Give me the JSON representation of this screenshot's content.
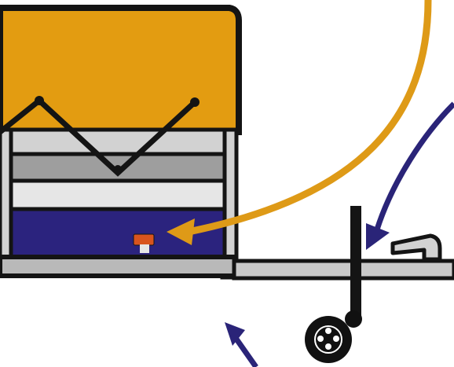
{
  "diagram": {
    "subject": "trailer-with-jockey-wheel",
    "colors": {
      "canopy": "#E39C11",
      "outline": "#141414",
      "navy_panel": "#2B237E",
      "navy_arrow": "#2A2478",
      "orange_arrow": "#DE9A17",
      "handle_red": "#D8541E",
      "body_light": "#D2D2D2",
      "body_mid": "#9E9E9E",
      "body_pale": "#E6E6E6",
      "chassis_grey": "#B9B9B9",
      "drawbar_grey": "#C9C9C9",
      "wheel_black": "#111111",
      "hub_white": "#FFFFFF"
    },
    "parts": [
      {
        "id": "canopy",
        "color": "canopy"
      },
      {
        "id": "side-panel-1",
        "color": "body_light"
      },
      {
        "id": "side-panel-2",
        "color": "body_mid"
      },
      {
        "id": "side-panel-3",
        "color": "body_pale"
      },
      {
        "id": "storage-compartment",
        "color": "navy_panel"
      },
      {
        "id": "compartment-handle",
        "color": "handle_red"
      },
      {
        "id": "chassis-rail",
        "color": "chassis_grey"
      },
      {
        "id": "drawbar",
        "color": "drawbar_grey"
      },
      {
        "id": "jockey-wheel",
        "color": "wheel_black"
      },
      {
        "id": "tow-hitch",
        "color": "body_light"
      }
    ],
    "arrows": [
      {
        "id": "orange-arrow",
        "color": "orange_arrow",
        "target": "compartment-handle"
      },
      {
        "id": "navy-arrow-upper",
        "color": "navy_arrow",
        "target": "jockey-wheel-post"
      },
      {
        "id": "navy-arrow-lower",
        "color": "navy_arrow",
        "target": "trailer-underside"
      }
    ]
  }
}
